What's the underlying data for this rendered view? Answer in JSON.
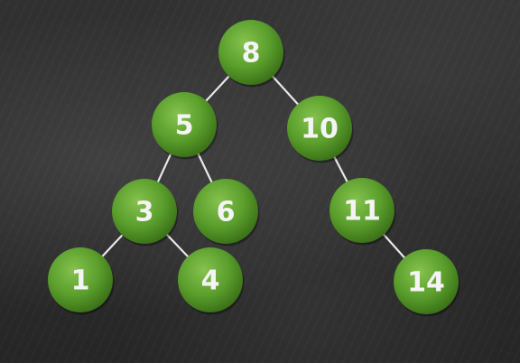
{
  "colors": {
    "node_fill": "#5a9e2c",
    "node_highlight": "#86c24e",
    "node_shadow": "#3d7419",
    "edge": "#e8e8e8",
    "label": "#f4f4f4",
    "background": "#2b2b2b"
  },
  "tree": {
    "nodes": [
      {
        "id": "8",
        "label": "8"
      },
      {
        "id": "5",
        "label": "5"
      },
      {
        "id": "10",
        "label": "10"
      },
      {
        "id": "3",
        "label": "3"
      },
      {
        "id": "6",
        "label": "6"
      },
      {
        "id": "11",
        "label": "11"
      },
      {
        "id": "1",
        "label": "1"
      },
      {
        "id": "4",
        "label": "4"
      },
      {
        "id": "14",
        "label": "14"
      }
    ],
    "edges": [
      {
        "from": "8",
        "to": "5"
      },
      {
        "from": "8",
        "to": "10"
      },
      {
        "from": "5",
        "to": "3"
      },
      {
        "from": "5",
        "to": "6"
      },
      {
        "from": "10",
        "to": "11"
      },
      {
        "from": "3",
        "to": "1"
      },
      {
        "from": "3",
        "to": "4"
      },
      {
        "from": "11",
        "to": "14"
      }
    ]
  }
}
